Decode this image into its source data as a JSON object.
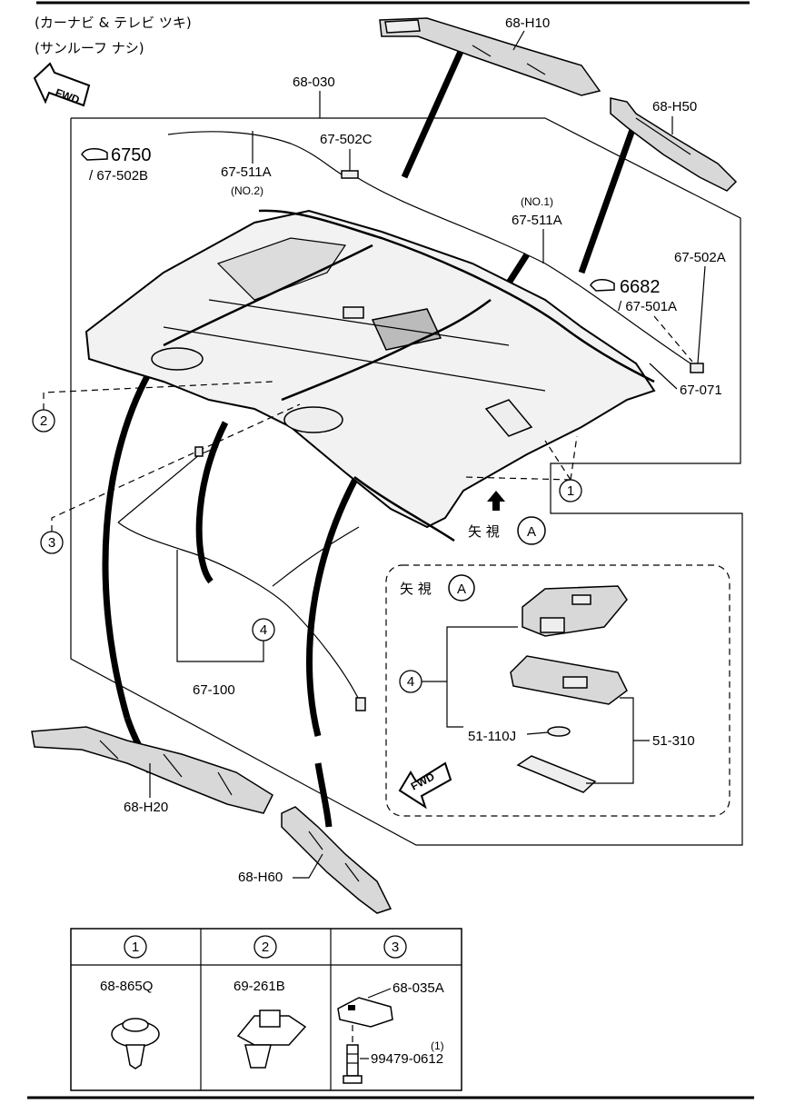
{
  "header": {
    "note_line1": "(カーナビ & テレビ ツキ)",
    "note_line2": "(サンルーフ ナシ)",
    "fwd": "FWD"
  },
  "parts": {
    "p68_h10": "68-H10",
    "p68_030": "68-030",
    "p68_h50": "68-H50",
    "p67_502c": "67-502C",
    "ref_6750": "6750",
    "ref_67_502b": "/ 67-502B",
    "p67_511a_no2": "67-511A",
    "no2": "(NO.2)",
    "no1": "(NO.1)",
    "p67_511a_no1": "67-511A",
    "p67_502a": "67-502A",
    "ref_6682": "6682",
    "ref_67_501a": "/ 67-501A",
    "p67_071": "67-071",
    "p67_100": "67-100",
    "p68_h20": "68-H20",
    "p68_h60": "68-H60",
    "p51_110j": "51-110J",
    "p51_310": "51-310"
  },
  "callouts": {
    "c1": "1",
    "c2": "2",
    "c3": "3",
    "c4": "4",
    "view_label": "矢 視",
    "view_letter": "A",
    "view_box_title": "矢 視",
    "view_box_letter": "A",
    "view_box_fwd": "FWD"
  },
  "table": {
    "headers": [
      "1",
      "2",
      "3"
    ],
    "cells": [
      {
        "part": "68-865Q"
      },
      {
        "part": "69-261B"
      },
      {
        "part": "68-035A",
        "part2": "99479-0612",
        "qty": "(1)"
      }
    ]
  }
}
